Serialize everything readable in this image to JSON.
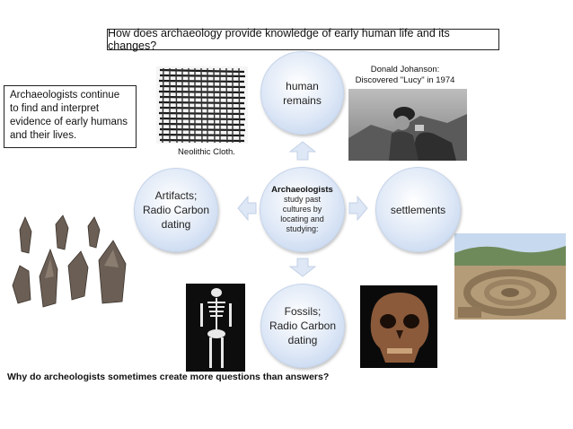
{
  "title": "How does archaeology provide knowledge of early human life and its changes?",
  "note": "Archaeologists continue to find and interpret evidence of early humans and their lives.",
  "center": {
    "title": "Archaeologists",
    "text": "study past cultures by locating and studying:"
  },
  "nodes": {
    "top": {
      "line1": "human",
      "line2": "remains"
    },
    "left": {
      "line1": "Artifacts;",
      "line2": "Radio Carbon",
      "line3": "dating"
    },
    "right": {
      "line1": "settlements"
    },
    "bottom": {
      "line1": "Fossils;",
      "line2": "Radio Carbon",
      "line3": "dating"
    }
  },
  "captions": {
    "johanson_line1": "Donald Johanson:",
    "johanson_line2": "Discovered \"Lucy\" in 1974",
    "cloth": "Neolithic Cloth."
  },
  "question": "Why do archeologists sometimes create more questions than answers?",
  "colors": {
    "circle_fill": "#dce6f6",
    "arrow_fill": "#dde7f5"
  }
}
